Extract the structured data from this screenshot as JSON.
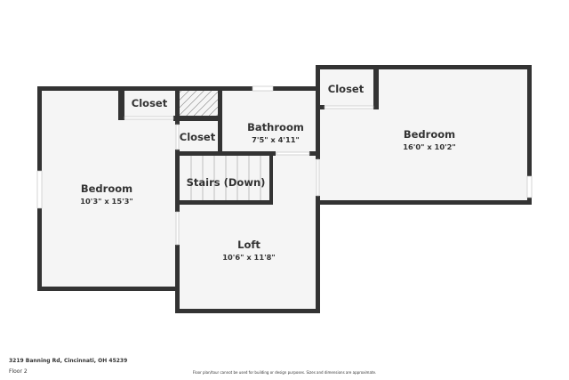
{
  "rooms": {
    "bedroom_left": {
      "name": "Bedroom",
      "dims": "10'3\" x 15'3\""
    },
    "closet_top": {
      "name": "Closet"
    },
    "closet_mid": {
      "name": "Closet"
    },
    "bathroom": {
      "name": "Bathroom",
      "dims": "7'5\" x 4'11\""
    },
    "stairs": {
      "name": "Stairs (Down)"
    },
    "loft": {
      "name": "Loft",
      "dims": "10'6\" x 11'8\""
    },
    "bedroom_right": {
      "name": "Bedroom",
      "dims": "16'0\" x 10'2\""
    },
    "closet_right": {
      "name": "Closet"
    }
  },
  "footer": {
    "address": "3219 Banning Rd, Cincinnati, OH 45239",
    "floor": "Floor 2",
    "disclaimer": "Floor plan/tour cannot be used for building or design purposes. Sizes and dimensions are approximate."
  },
  "colors": {
    "wall": "#333333",
    "room": "#f5f5f5",
    "background": "#ffffff"
  }
}
